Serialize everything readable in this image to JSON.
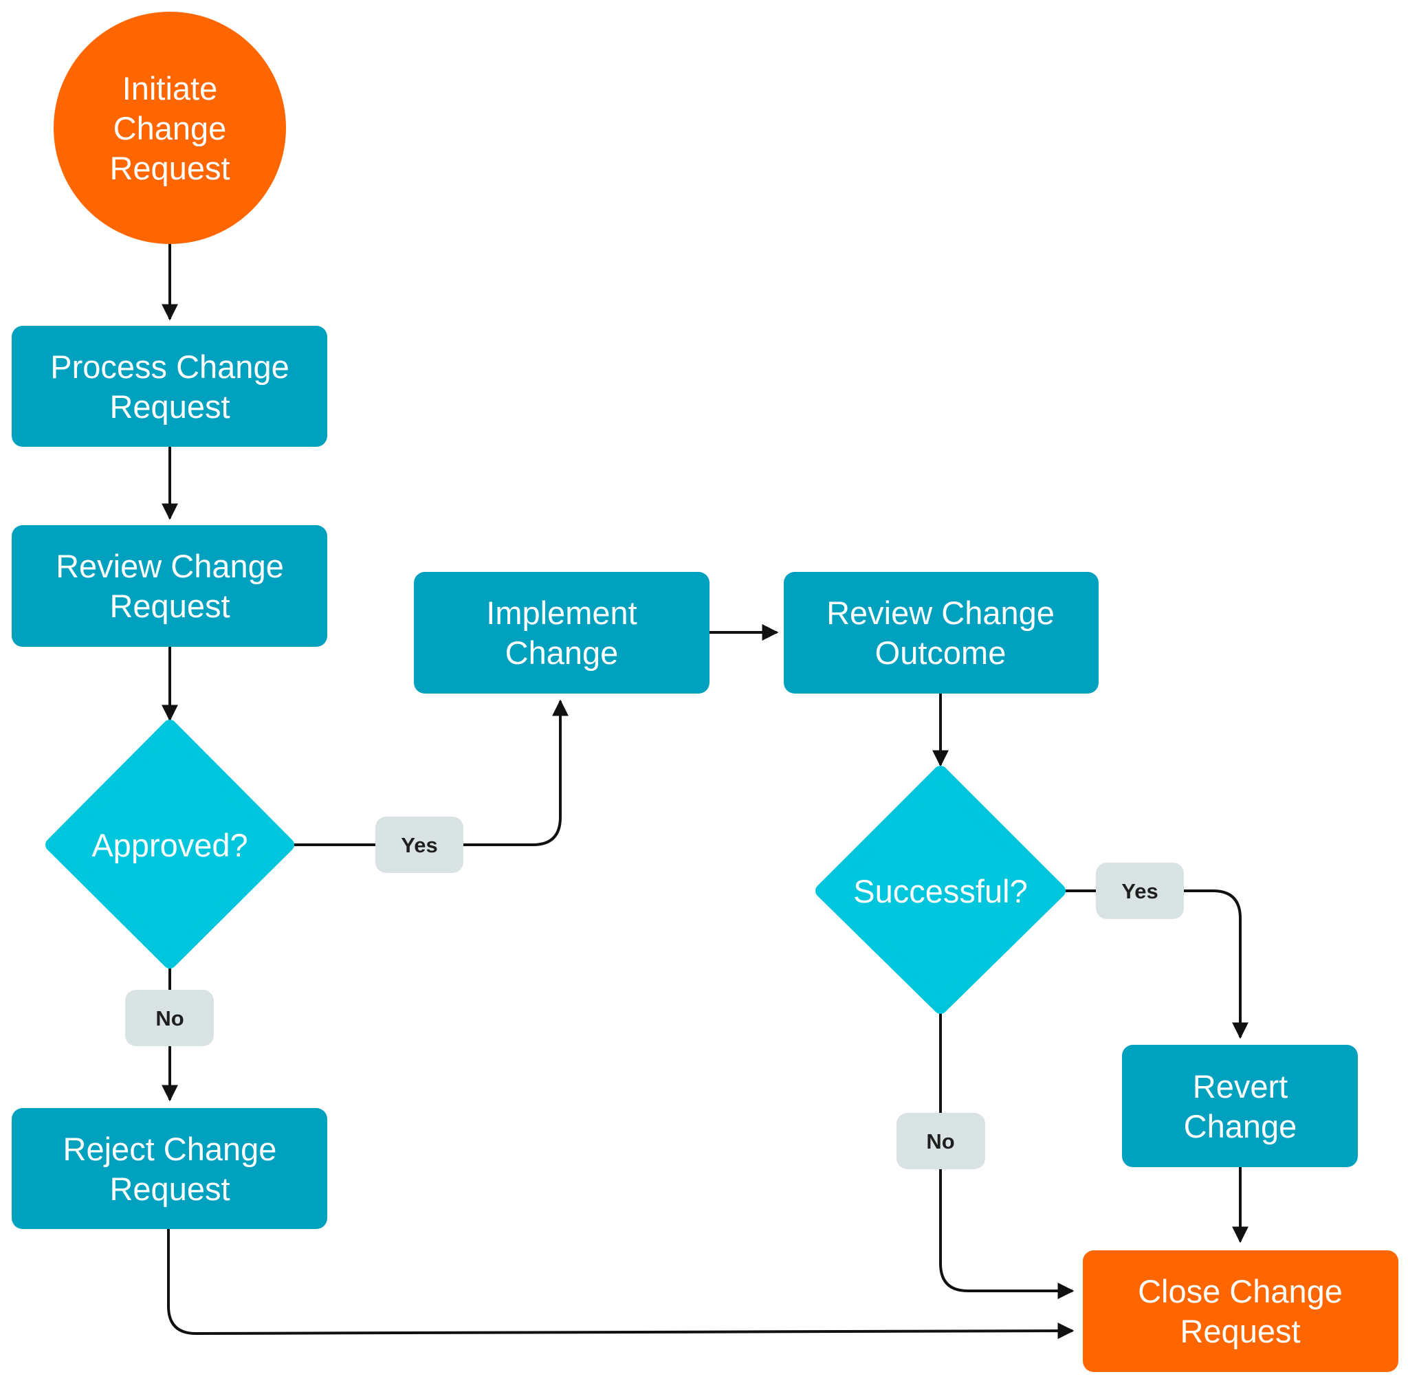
{
  "colors": {
    "start_end": "#FF6600",
    "process": "#00A0BF",
    "decision": "#00C6DD",
    "edge_label_bg": "#D9E3E3",
    "arrow": "#111111"
  },
  "nodes": {
    "initiate": "Initiate Change Request",
    "process": "Process Change Request",
    "review": "Review Change Request",
    "approved": "Approved?",
    "implement": "Implement Change",
    "review_outcome": "Review Change Outcome",
    "successful": "Successful?",
    "revert": "Revert Change",
    "reject": "Reject Change Request",
    "close": "Close Change Request"
  },
  "edge_labels": {
    "approved_yes": "Yes",
    "approved_no": "No",
    "successful_yes": "Yes",
    "successful_no": "No"
  }
}
